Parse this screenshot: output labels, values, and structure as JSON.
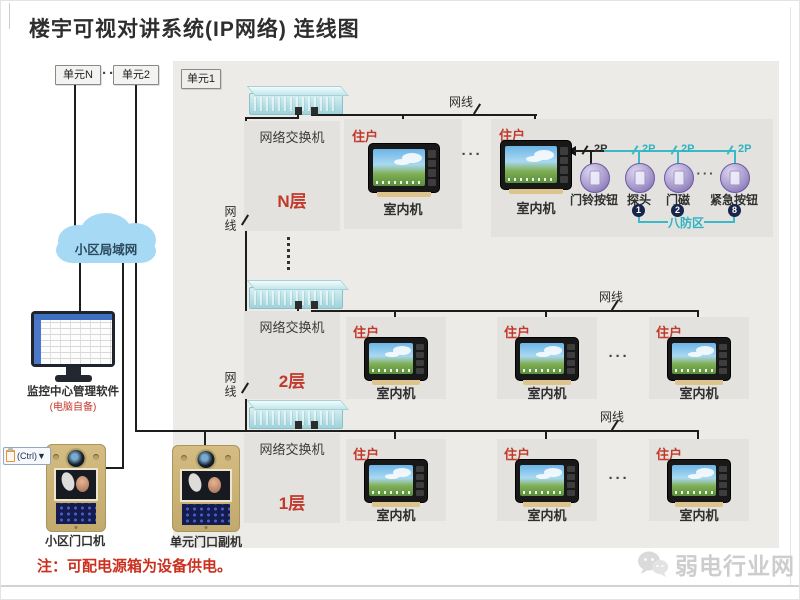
{
  "title": "楼宇可视对讲系统(IP网络) 连线图",
  "top_units": {
    "unit_n": "单元N",
    "dots": "···",
    "unit_2": "单元2",
    "unit_1": "单元1"
  },
  "cloud_label": "小区局域网",
  "monitor": {
    "label": "监控中心管理软件",
    "note": "(电脑自备)"
  },
  "door_machines": {
    "community": "小区门口机",
    "unit_sub": "单元门口副机"
  },
  "switch_label": "网络交换机",
  "cable_label": "网线",
  "resident_label": "住户",
  "indoor_unit_label": "室内机",
  "floors": [
    {
      "label": "N层"
    },
    {
      "label": "2层"
    },
    {
      "label": "1层"
    }
  ],
  "dots_h": "···",
  "sensors": {
    "doorbell": {
      "wire": "2P",
      "label": "门铃按钮"
    },
    "probe": {
      "wire": "2P",
      "label": "探头",
      "num": "1"
    },
    "door_magnet": {
      "wire": "2P",
      "label": "门磁",
      "num": "2"
    },
    "emergency": {
      "wire": "2P",
      "label": "紧急按钮",
      "num": "8"
    },
    "dots": "···",
    "zone_label": "八防区"
  },
  "note": "注：可配电源箱为设备供电。",
  "watermark_label": "弱电行业网",
  "paste_options_label": "(Ctrl)▼",
  "colors": {
    "accent_red": "#c2392b",
    "cyan_wire": "#3cb9c6",
    "cloud_blue": "#a6d9f4",
    "switch_teal": "#b9e0e6",
    "gold_panel": "#c9b176"
  }
}
